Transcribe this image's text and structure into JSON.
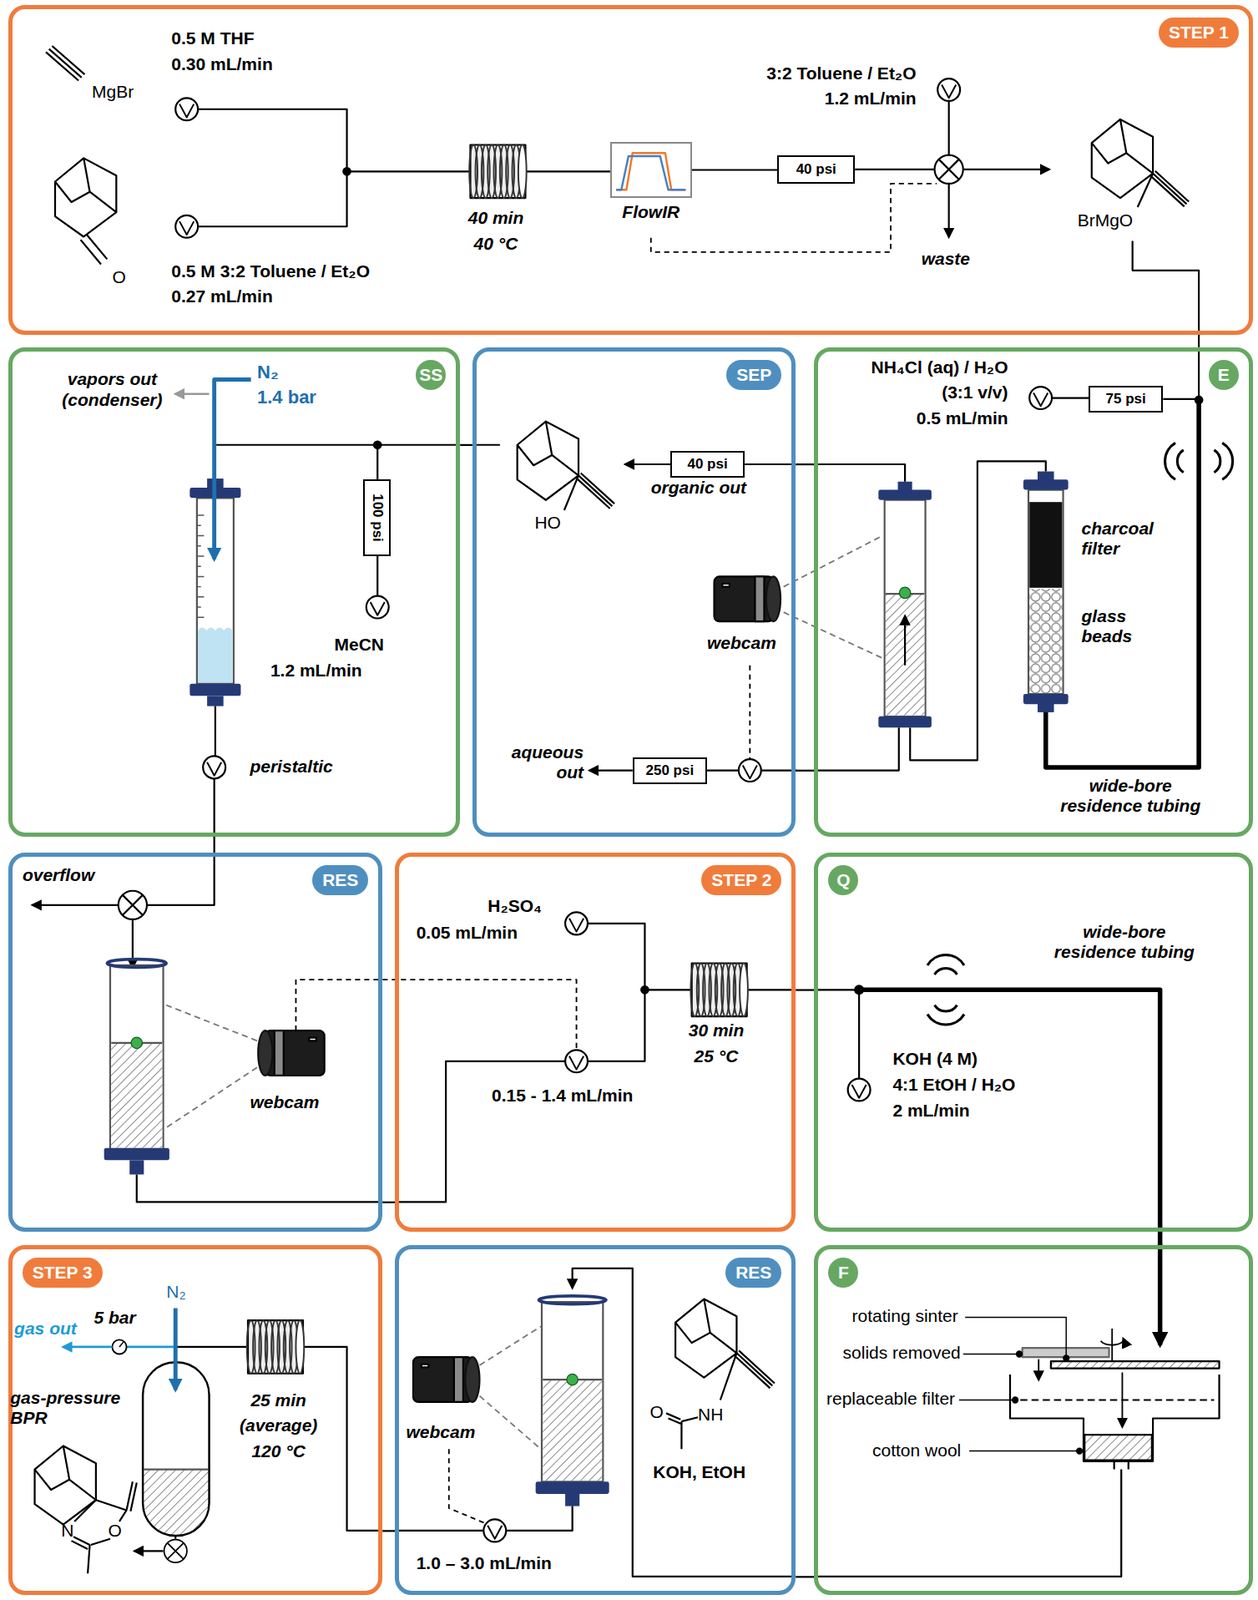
{
  "diagram": {
    "nodes": [
      {
        "text": [
          "STEP 1"
        ]
      },
      {
        "text": [
          "FlowIR"
        ],
        "in": 0
      },
      {
        "text": [
          "40 psi"
        ],
        "in": 0
      },
      {
        "text": [
          "SS"
        ]
      },
      {
        "text": [
          "100 psi"
        ],
        "in": 3
      },
      {
        "text": [
          "SEP"
        ]
      },
      {
        "text": [
          "40 psi"
        ],
        "in": 5
      },
      {
        "text": [
          "250 psi"
        ],
        "in": 5
      },
      {
        "text": [
          "E"
        ]
      },
      {
        "text": [
          "75 psi"
        ],
        "in": 8
      },
      {
        "text": [
          "RES"
        ]
      },
      {
        "text": [
          "STEP 2"
        ]
      },
      {
        "text": [
          "Q"
        ]
      },
      {
        "text": [
          "STEP 3"
        ]
      },
      {
        "text": [
          "RES"
        ]
      },
      {
        "text": [
          "F"
        ]
      }
    ],
    "edges": [
      {
        "from": 1,
        "to": 2,
        "arrow": "none"
      },
      {
        "from": 0,
        "to": 8,
        "arrow": "none"
      },
      {
        "from": 8,
        "to": 5,
        "arrow": "none"
      },
      {
        "from": 8,
        "to": 5,
        "arrow": "none"
      },
      {
        "from": 5,
        "to": 3,
        "arrow": "none"
      },
      {
        "from": 3,
        "to": 10,
        "arrow": "none"
      },
      {
        "from": 10,
        "to": 11,
        "arrow": "none"
      },
      {
        "from": 11,
        "to": 12,
        "arrow": "none"
      },
      {
        "from": 12,
        "to": 15,
        "arrow": "none"
      },
      {
        "from": 15,
        "to": 14,
        "arrow": "none"
      },
      {
        "from": 14,
        "to": 13,
        "arrow": "none"
      }
    ],
    "labels": [
      "0.5 M THF",
      "0.30 mL/min",
      "MgBr",
      "0.5 M 3:2 Toluene / Et₂O",
      "0.27 mL/min",
      "O",
      "40 min",
      "40 °C",
      "3:2 Toluene / Et₂O",
      "1.2 mL/min",
      "waste",
      "BrMgO",
      "vapors out (condenser)",
      "N₂",
      "1.4 bar",
      "MeCN",
      "1.2 mL/min",
      "peristaltic",
      "HO",
      "organic out",
      "webcam",
      "aqueous out",
      "NH₄Cl (aq) / H₂O",
      "(3:1 v/v)",
      "0.5 mL/min",
      "charcoal filter",
      "glass beads",
      "wide-bore residence tubing",
      "overflow",
      "webcam",
      "H₂SO₄",
      "0.05 mL/min",
      "30 min",
      "25 °C",
      "0.15 - 1.4 mL/min",
      "wide-bore residence tubing",
      "KOH (4 M)",
      "4:1 EtOH / H₂O",
      "2 mL/min",
      "rotating sinter",
      "solids removed",
      "replaceable filter",
      "cotton wool",
      "gas out",
      "5 bar",
      "N₂",
      "gas-pressure BPR",
      "25 min",
      "(average)",
      "120 °C",
      "N",
      "O",
      "webcam",
      "O",
      "NH",
      "KOH, EtOH",
      "1.0 – 3.0 mL/min"
    ]
  }
}
